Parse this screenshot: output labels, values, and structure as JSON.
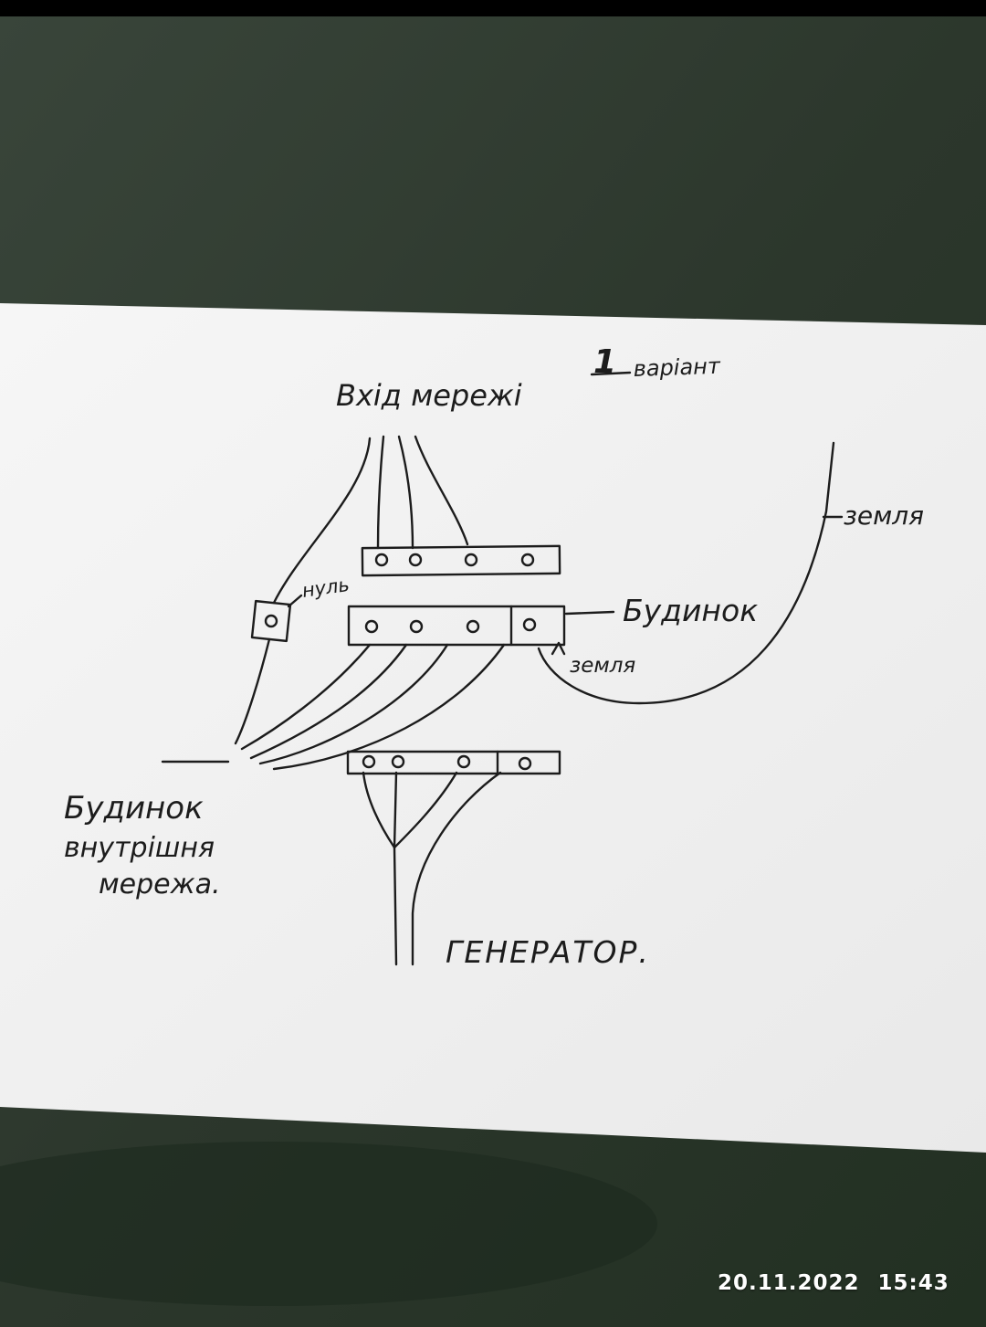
{
  "photo": {
    "timestamp_date": "20.11.2022",
    "timestamp_time": "15:43"
  },
  "sheet": {
    "variant_number": "1",
    "variant_label": "варіант",
    "title": "Вхід мережі",
    "label_neutral": "нуль",
    "label_house": "Будинок",
    "label_ground_top": "земля",
    "label_ground_arrow": "земля",
    "label_inner_line1": "Будинок",
    "label_inner_line2": "внутрішня",
    "label_inner_line3": "мережа.",
    "label_generator": "ГЕНЕРАТОР."
  },
  "colors": {
    "table": "#2f3a2d",
    "paper": "#f4f4f4",
    "ink": "#1c1c1c"
  }
}
